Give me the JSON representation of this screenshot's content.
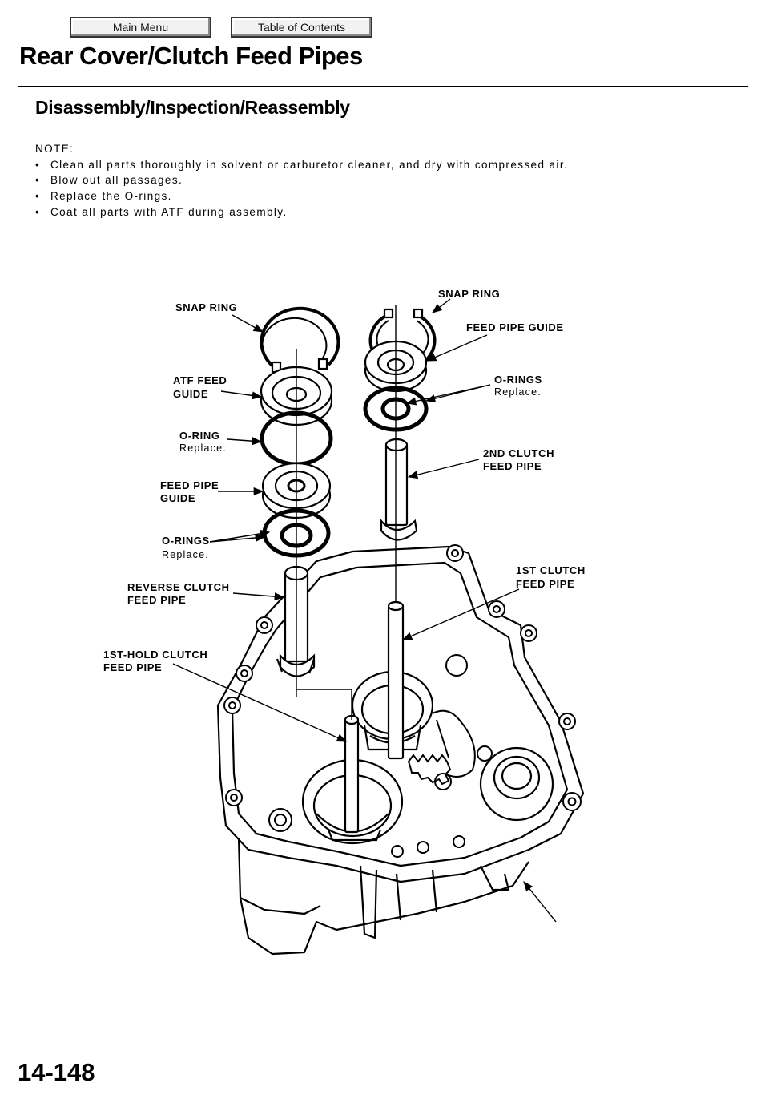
{
  "nav": {
    "main_menu": "Main Menu",
    "toc": "Table of Contents"
  },
  "title": "Rear Cover/Clutch Feed Pipes",
  "section": "Disassembly/Inspection/Reassembly",
  "note": {
    "heading": "NOTE:",
    "items": [
      "Clean all parts thoroughly in solvent or carburetor cleaner, and dry with compressed air.",
      "Blow out all passages.",
      "Replace the O-rings.",
      "Coat all parts with ATF during assembly."
    ]
  },
  "labels": {
    "snap_ring_left": "SNAP RING",
    "atf_feed_guide_1": "ATF FEED",
    "atf_feed_guide_2": "GUIDE",
    "o_ring_left": "O-RING",
    "o_ring_left_note": "Replace.",
    "feed_pipe_guide_left_1": "FEED PIPE",
    "feed_pipe_guide_left_2": "GUIDE",
    "o_rings_left": "O-RINGS",
    "o_rings_left_note": "Replace.",
    "reverse_clutch_1": "REVERSE CLUTCH",
    "reverse_clutch_2": "FEED PIPE",
    "first_hold_1": "1ST-HOLD CLUTCH",
    "first_hold_2": "FEED PIPE",
    "snap_ring_right": "SNAP RING",
    "feed_pipe_guide_right": "FEED PIPE GUIDE",
    "o_rings_right": "O-RINGS",
    "o_rings_right_note": "Replace.",
    "second_clutch_1": "2ND CLUTCH",
    "second_clutch_2": "FEED PIPE",
    "first_clutch_1": "1ST CLUTCH",
    "first_clutch_2": "FEED PIPE"
  },
  "page_number": "14-148"
}
